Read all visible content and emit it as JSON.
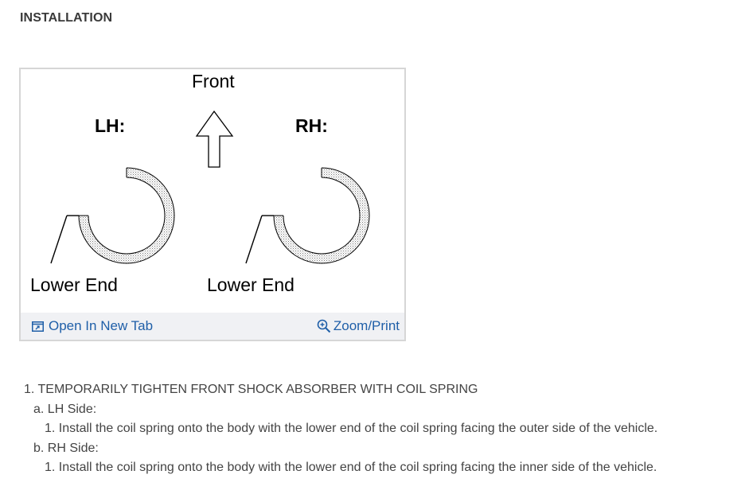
{
  "section": {
    "title": "INSTALLATION"
  },
  "figure": {
    "front_label": "Front",
    "lh_label": "LH:",
    "rh_label": "RH:",
    "lower_end_left": "Lower End",
    "lower_end_right": "Lower End",
    "open_link": "Open In New Tab",
    "zoom_link": "Zoom/Print",
    "open_icon": "open-new-tab-icon",
    "zoom_icon": "zoom-in-icon",
    "link_color": "#1f5fa8"
  },
  "steps": {
    "step1": "1. TEMPORARILY TIGHTEN FRONT SHOCK ABSORBER WITH COIL SPRING",
    "sub_a": "a. LH Side:",
    "sub_a_1": "1. Install the coil spring onto the body with the lower end of the coil spring facing the outer side of the vehicle.",
    "sub_b": "b. RH Side:",
    "sub_b_1": "1. Install the coil spring onto the body with the lower end of the coil spring facing the inner side of the vehicle."
  }
}
